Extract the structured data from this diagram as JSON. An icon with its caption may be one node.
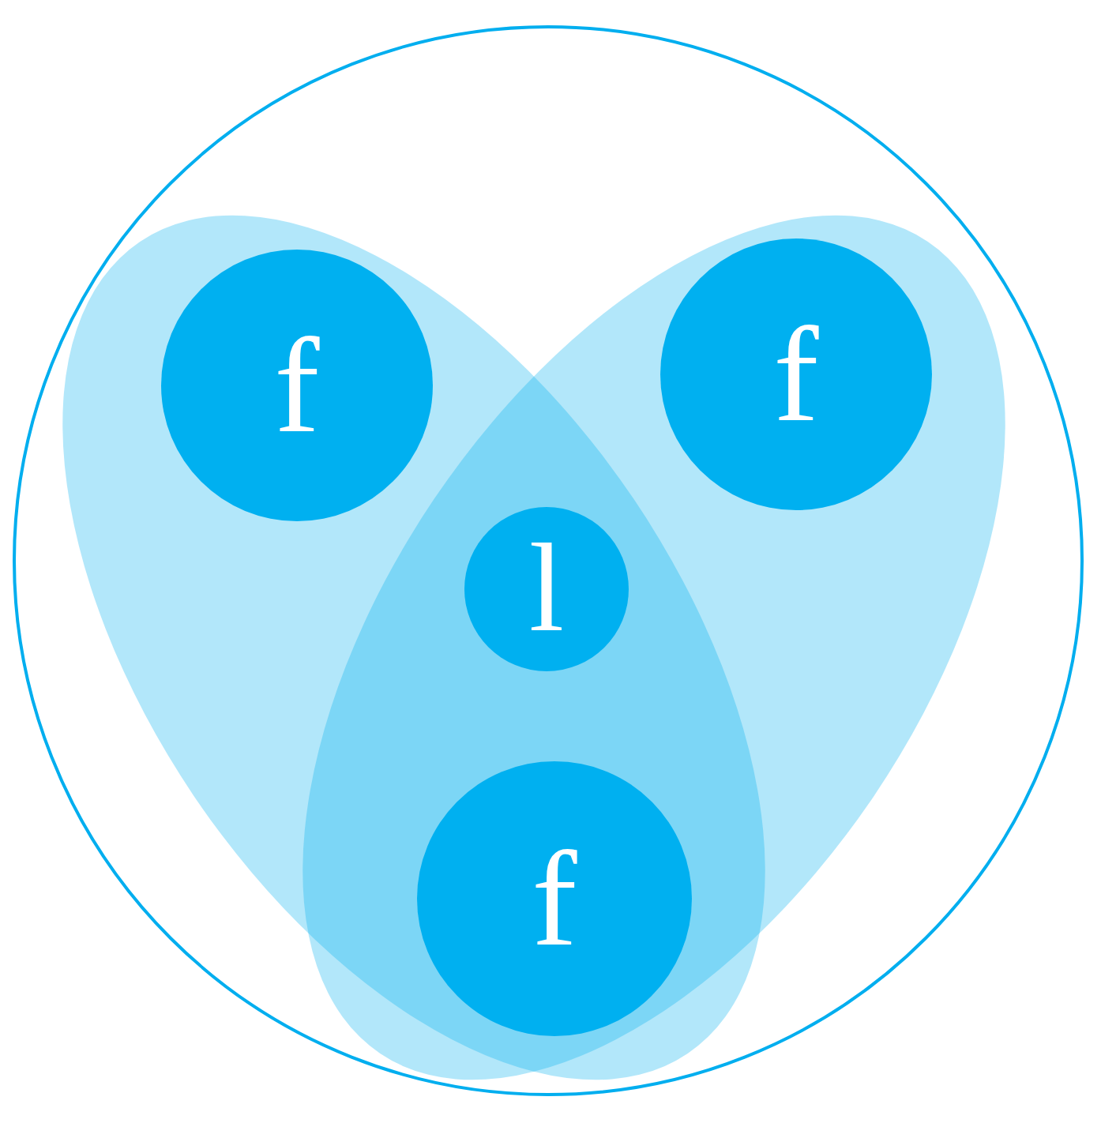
{
  "diagram": {
    "nodes": [
      {
        "text": [],
        "shape": "circle"
      },
      {
        "text": [
          "f"
        ],
        "in": 0
      },
      {
        "text": [
          "f"
        ],
        "in": 0
      },
      {
        "text": [
          "l"
        ],
        "in": 0
      },
      {
        "text": [
          "f"
        ],
        "in": 0
      }
    ]
  }
}
